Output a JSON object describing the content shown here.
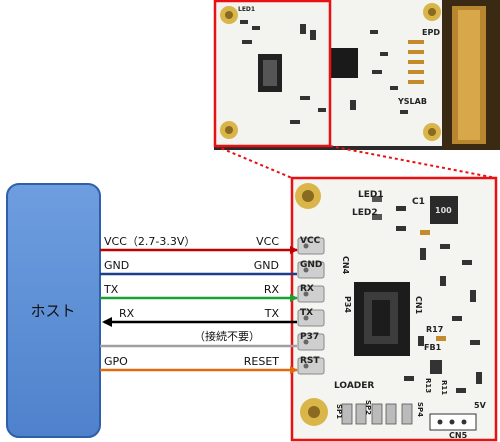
{
  "host": {
    "label": "ホスト"
  },
  "signals": [
    {
      "left": "VCC（2.7-3.3V）",
      "right": "VCC",
      "color": "#c00000",
      "direction": "to-board"
    },
    {
      "left": "GND",
      "right": "GND",
      "color": "#1f3d8a",
      "direction": "none"
    },
    {
      "left": "TX",
      "right": "RX",
      "color": "#18a030",
      "direction": "to-board"
    },
    {
      "left": "RX",
      "right": "TX",
      "color": "#000000",
      "direction": "to-host"
    },
    {
      "left": "",
      "right": "（接続不要）",
      "color": "#a0a0a0",
      "direction": "none"
    },
    {
      "left": "GPO",
      "right": "RESET",
      "color": "#e06a10",
      "direction": "to-board"
    }
  ],
  "board_zoom": {
    "pin_labels": [
      "VCC",
      "GND",
      "RX",
      "TX",
      "P37",
      "RST"
    ],
    "silkscreen": [
      "LED1",
      "LED2",
      "C1",
      "100",
      "LOADER",
      "CN1",
      "CN4",
      "CN5",
      "R17",
      "FB1",
      "R13",
      "R11",
      "SP1",
      "SP2",
      "SP4",
      "5V",
      "P34"
    ]
  },
  "board_overview": {
    "silkscreen": [
      "LED1",
      "EPD",
      "YSLAB"
    ]
  },
  "colors": {
    "highlight": "#e81010",
    "host_fill": "#5b8ed6",
    "host_stroke": "#2e5fa8"
  }
}
